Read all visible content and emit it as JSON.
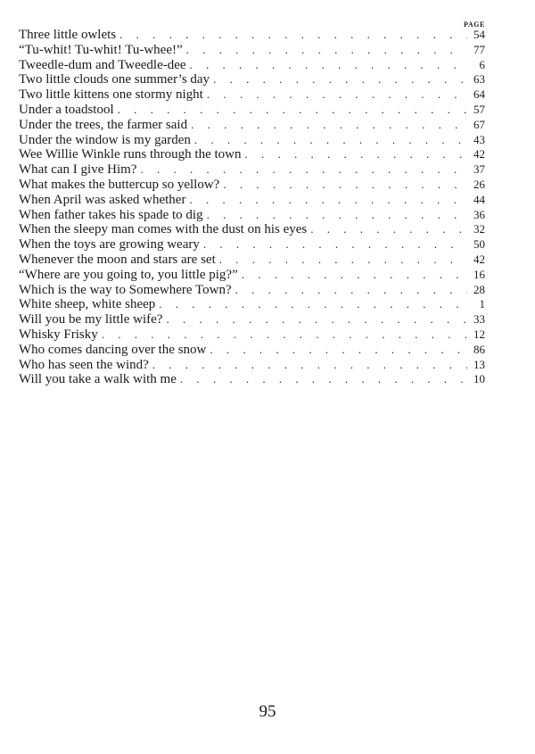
{
  "header": {
    "page_label": "PAGE"
  },
  "entries": [
    {
      "title": "Three little owlets",
      "page": "54"
    },
    {
      "title": "“Tu-whit! Tu-whit! Tu-whee!”",
      "page": "77"
    },
    {
      "title": "Tweedle-dum and Tweedle-dee",
      "page": "6"
    },
    {
      "title": "Two little clouds one summer’s day",
      "page": "63"
    },
    {
      "title": "Two little kittens one stormy night",
      "page": "64"
    },
    {
      "title": "Under a toadstool",
      "page": "57"
    },
    {
      "title": "Under the trees, the farmer said",
      "page": "67"
    },
    {
      "title": "Under the window is my garden",
      "page": "43"
    },
    {
      "title": "Wee Willie Winkle runs through the town",
      "page": "42"
    },
    {
      "title": "What can I give Him?",
      "page": "37"
    },
    {
      "title": "What makes the buttercup so yellow?",
      "page": "26"
    },
    {
      "title": "When April was asked whether",
      "page": "44"
    },
    {
      "title": "When father takes his spade to dig",
      "page": "36"
    },
    {
      "title": "When the sleepy man comes with the dust on his eyes",
      "page": "32"
    },
    {
      "title": "When the toys are growing weary",
      "page": "50"
    },
    {
      "title": "Whenever the moon and stars are set",
      "page": "42"
    },
    {
      "title": "“Where are you going to, you little pig?”",
      "page": "16"
    },
    {
      "title": "Which is the way to Somewhere Town?",
      "page": "28"
    },
    {
      "title": "White sheep, white sheep",
      "page": "1"
    },
    {
      "title": "Will you be my little wife?",
      "page": "33"
    },
    {
      "title": "Whisky Frisky",
      "page": "12"
    },
    {
      "title": "Who comes dancing over the snow",
      "page": "86"
    },
    {
      "title": "Who has seen the wind?",
      "page": "13"
    },
    {
      "title": "Will you take a walk with me",
      "page": "10"
    }
  ],
  "footer": {
    "page_number": "95"
  }
}
